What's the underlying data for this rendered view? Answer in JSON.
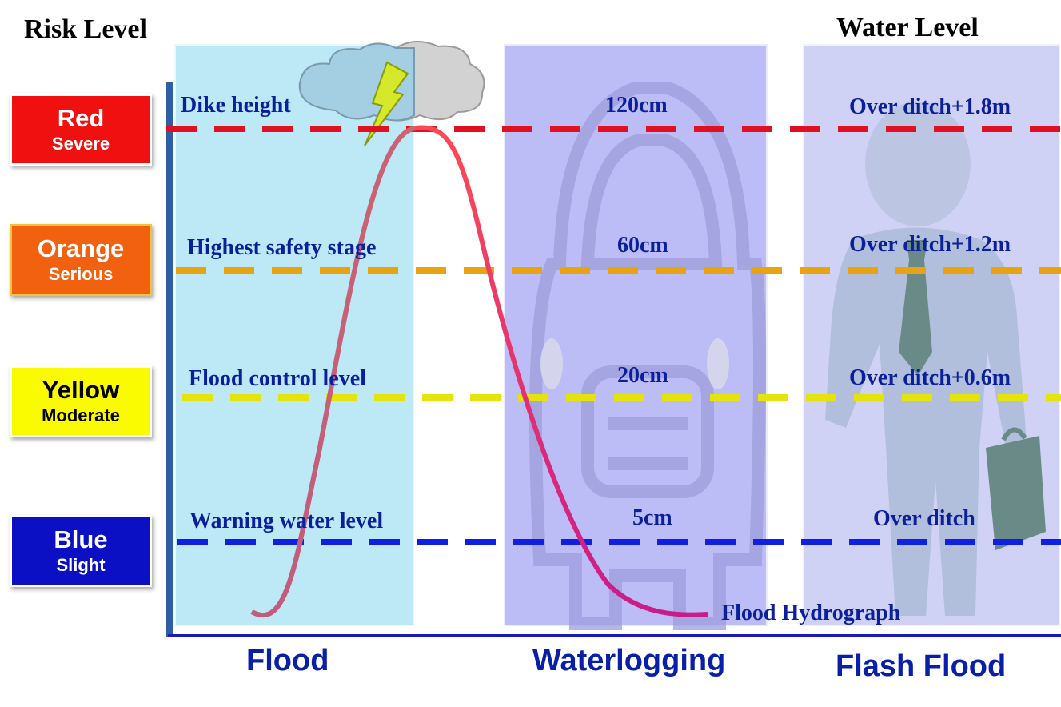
{
  "headers": {
    "risk_level": "Risk Level",
    "water_level": "Water Level"
  },
  "risk_levels": [
    {
      "name": "Red",
      "severity": "Severe",
      "bg": "#f01010",
      "fg": "#ffffff"
    },
    {
      "name": "Orange",
      "severity": "Serious",
      "bg": "#f2610f",
      "fg": "#ffffff"
    },
    {
      "name": "Yellow",
      "severity": "Moderate",
      "bg": "#fbfb00",
      "fg": "#000000"
    },
    {
      "name": "Blue",
      "severity": "Slight",
      "bg": "#0b10c4",
      "fg": "#ffffff"
    }
  ],
  "flood_levels": [
    "Dike height",
    "Highest safety stage",
    "Flood control level",
    "Warning water level"
  ],
  "waterlogging_levels": [
    "120cm",
    "60cm",
    "20cm",
    "5cm"
  ],
  "flash_flood_levels": [
    "Over ditch+1.8m",
    "Over ditch+1.2m",
    "Over ditch+0.6m",
    "Over ditch"
  ],
  "categories": {
    "flood": "Flood",
    "waterlogging": "Waterlogging",
    "flash_flood": "Flash Flood"
  },
  "hydrograph_label": "Flood Hydrograph",
  "line_colors": [
    "#e01020",
    "#e8a410",
    "#e4e40c",
    "#1020e0"
  ]
}
